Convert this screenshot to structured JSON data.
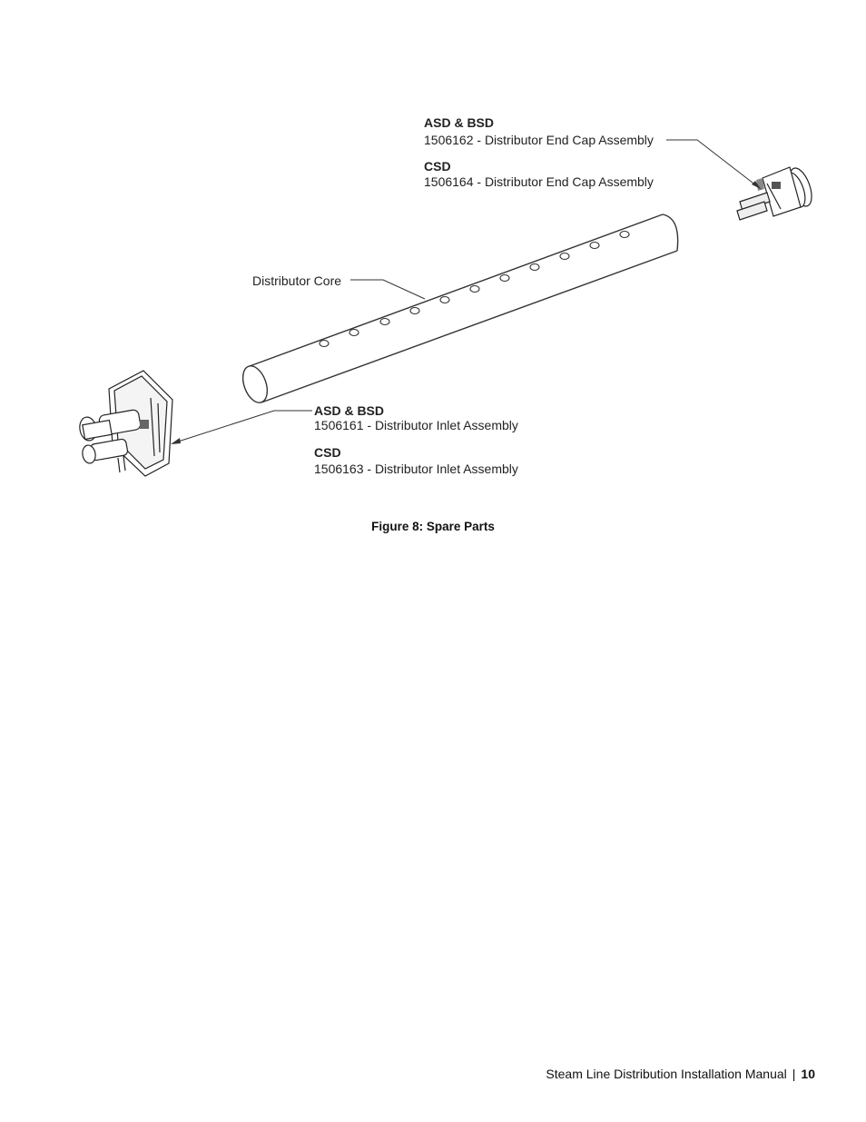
{
  "figure": {
    "end_cap": {
      "heading_1": "ASD & BSD",
      "part_1": "1506162 - Distributor End Cap Assembly",
      "heading_2": "CSD",
      "part_2": "1506164 - Distributor End Cap Assembly"
    },
    "core_label": "Distributor Core",
    "inlet": {
      "heading_1": "ASD & BSD",
      "part_1": "1506161 - Distributor Inlet Assembly",
      "heading_2": "CSD",
      "part_2": "1506163 - Distributor Inlet Assembly"
    },
    "caption": "Figure 8: Spare Parts"
  },
  "footer": {
    "manual_title": "Steam Line Distribution Installation Manual",
    "separator": "|",
    "page_number": "10"
  }
}
